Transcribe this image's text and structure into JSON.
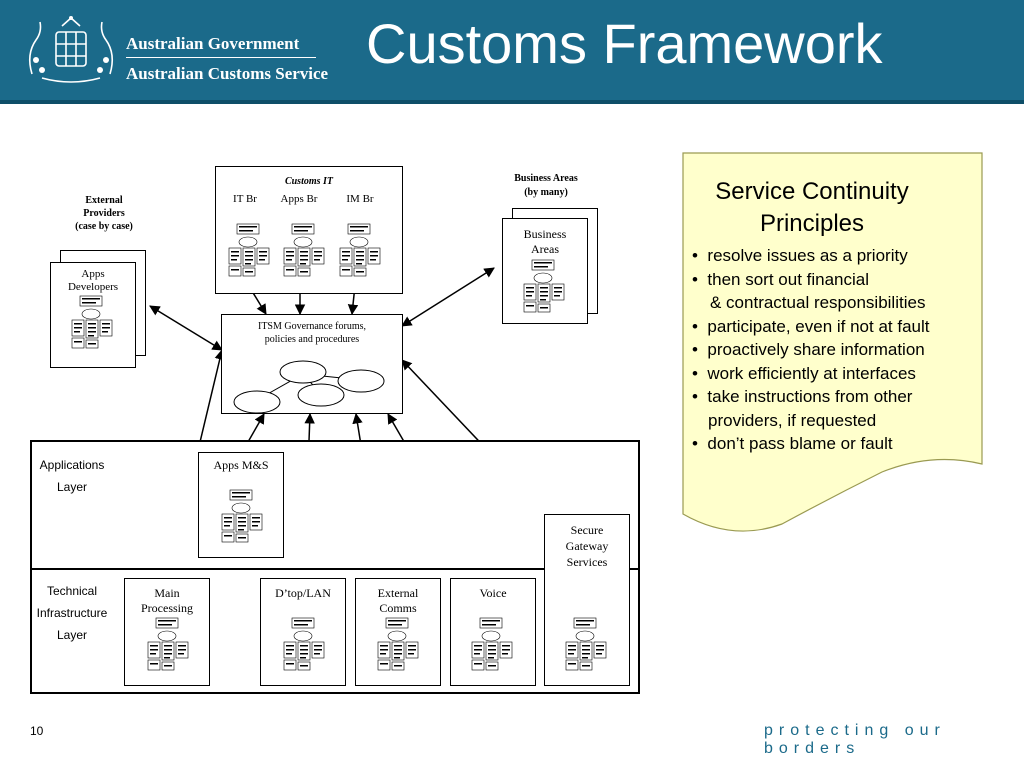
{
  "header": {
    "title": "Customs Framework",
    "org_line1": "Australian Government",
    "org_line2": "Australian Customs Service",
    "color": "#1b6a8a"
  },
  "diagram": {
    "customs_it": {
      "title": "Customs IT",
      "branches": [
        "IT Br",
        "Apps Br",
        "IM Br"
      ]
    },
    "external_providers": {
      "title_line1": "External",
      "title_line2": "Providers",
      "title_line3": "(case by case)",
      "card_line1": "Apps",
      "card_line2": "Developers"
    },
    "business_areas": {
      "title_line1": "Business Areas",
      "title_line2": "(by many)",
      "card_line1": "Business",
      "card_line2": "Areas"
    },
    "itsm": {
      "line1": "ITSM Governance forums,",
      "line2": "policies and procedures"
    },
    "applications_layer": {
      "line1": "Applications",
      "line2": "Layer",
      "apps_ms": "Apps M&S"
    },
    "technical_layer": {
      "line1": "Technical",
      "line2": "Infrastructure",
      "line3": "Layer"
    },
    "infra_boxes": {
      "main_line1": "Main",
      "main_line2": "Processing",
      "dtop": "D’top/LAN",
      "ext_line1": "External",
      "ext_line2": "Comms",
      "voice": "Voice"
    },
    "secure_gateway": {
      "line1": "Secure",
      "line2": "Gateway",
      "line3": "Services"
    },
    "note_color": "#ffffcc",
    "note_border": "#9a9a52"
  },
  "principles": {
    "title_line1": "Service Continuity",
    "title_line2": "Principles",
    "items": [
      "resolve issues as a priority",
      "then sort out financial",
      "& contractual responsibilities",
      "participate, even if not at fault",
      "proactively share information",
      "work efficiently at interfaces",
      "take instructions from other",
      "providers, if requested",
      "don’t pass blame or fault"
    ]
  },
  "footer": {
    "page_number": "10",
    "tagline": "protecting our borders"
  }
}
